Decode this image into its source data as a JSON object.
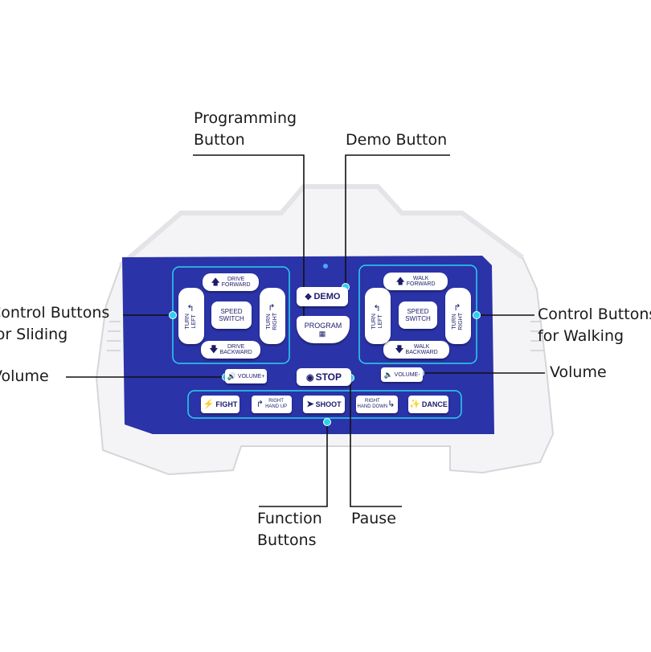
{
  "callouts": {
    "programming_button": [
      "Programming",
      "Button"
    ],
    "demo_button": "Demo Button",
    "control_sliding": [
      "Control Buttons",
      "for Sliding"
    ],
    "control_walking": [
      "Control Buttons",
      "for Walking"
    ],
    "volume_left": "Volume",
    "volume_right": "Volume",
    "function_buttons": [
      "Function",
      "Buttons"
    ],
    "pause": "Pause"
  },
  "remote": {
    "demo": "DEMO",
    "program": "PROGRAM",
    "stop": "STOP",
    "drive_forward": [
      "DRIVE",
      "FORWARD"
    ],
    "drive_backward": [
      "DRIVE",
      "BACKWARD"
    ],
    "turn_left": [
      "TURN",
      "LEFT"
    ],
    "turn_right": [
      "TURN",
      "RIGHT"
    ],
    "speed_switch": [
      "SPEED",
      "SWITCH"
    ],
    "walk_forward": [
      "WALK",
      "FORWARD"
    ],
    "walk_backward": [
      "WALK",
      "BACKWARD"
    ],
    "volume_plus": "VOLUME+",
    "volume_minus": "VOLUME-",
    "functions": {
      "fight": "FIGHT",
      "right_hand_up": [
        "RIGHT",
        "HAND UP"
      ],
      "shoot": "SHOOT",
      "right_hand_down": [
        "RIGHT",
        "HAND DOWN"
      ],
      "dance": "DANCE"
    }
  },
  "colors": {
    "panel": "#2b33a8",
    "accent_cyan": "#28d3f0",
    "body": "#f4f4f6"
  },
  "icons": [
    "arrow-up-icon",
    "arrow-down-icon",
    "turn-left-icon",
    "turn-right-icon",
    "demo-icon",
    "windows-icon",
    "stop-icon",
    "speaker-icon",
    "lightning-icon",
    "rocket-icon",
    "hand-icon",
    "dance-icon"
  ]
}
